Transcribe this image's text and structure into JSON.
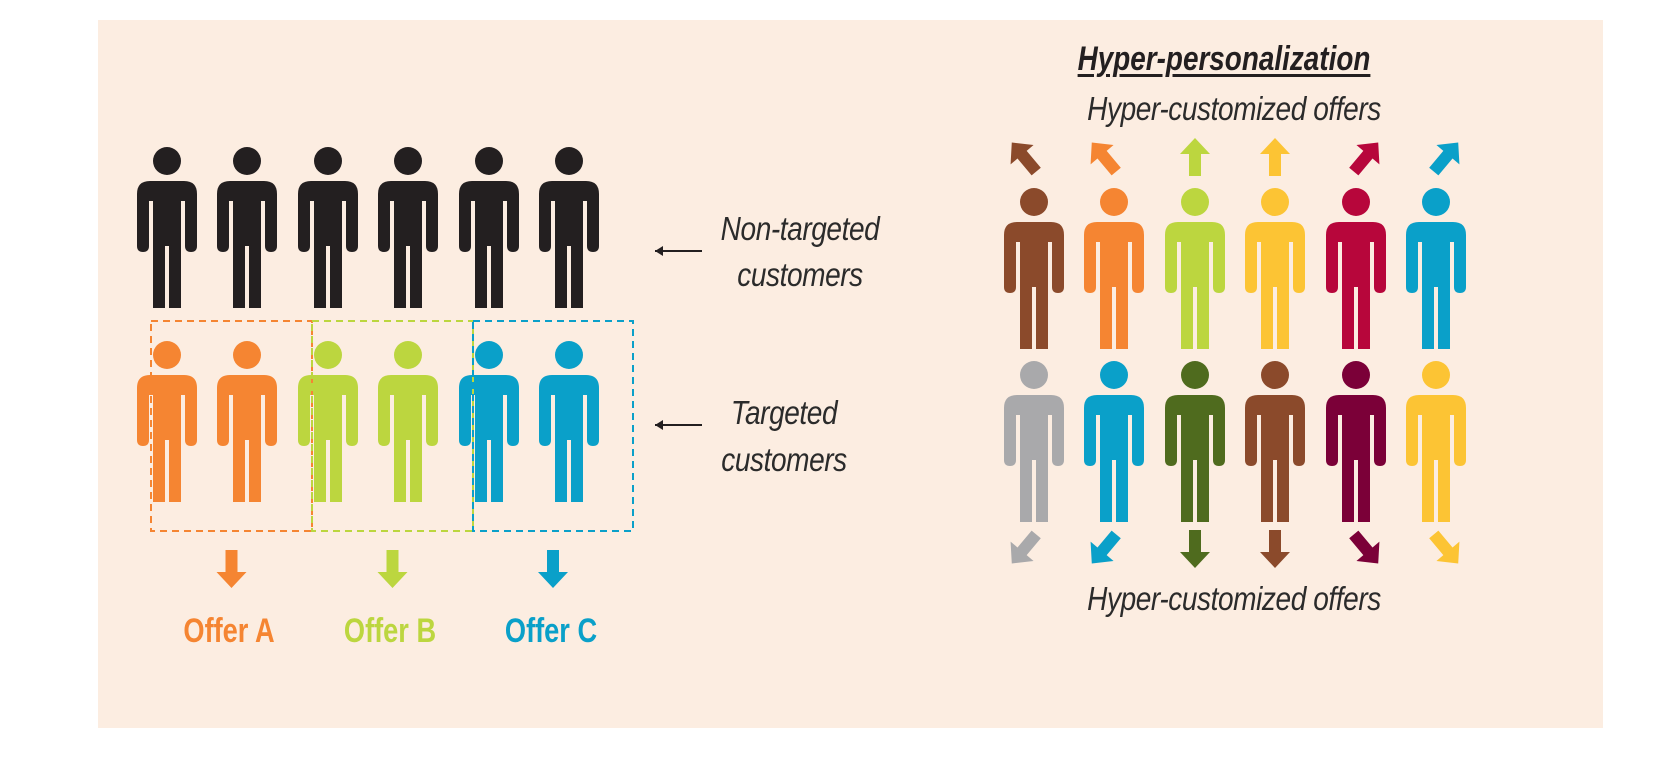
{
  "colors": {
    "panel_bg": "#fcede1",
    "black": "#231f20",
    "orange": "#f58532",
    "lime": "#bcd63f",
    "cyan": "#0aa0c9",
    "brown": "#8b4a2b",
    "yellow": "#fcc434",
    "crimson": "#b7063b",
    "gray": "#a9a9ab",
    "olive": "#4f6b1e",
    "plum": "#7b0038",
    "connector": "#231f20"
  },
  "traditional": {
    "non_targeted_label_line1": "Non-targeted",
    "non_targeted_label_line2": "customers",
    "targeted_label_line1": "Targeted",
    "targeted_label_line2": "customers",
    "non_targeted_colors": [
      "black",
      "black",
      "black",
      "black",
      "black",
      "black"
    ],
    "targeted_colors": [
      "orange",
      "orange",
      "lime",
      "lime",
      "cyan",
      "cyan"
    ],
    "offers": [
      {
        "label": "Offer A",
        "color": "orange"
      },
      {
        "label": "Offer B",
        "color": "lime"
      },
      {
        "label": "Offer C",
        "color": "cyan"
      }
    ]
  },
  "hyper": {
    "title": "Hyper-personalization",
    "top_caption": "Hyper-customized offers",
    "bottom_caption": "Hyper-customized offers",
    "row1": [
      {
        "color": "brown",
        "arrow": "up-left"
      },
      {
        "color": "orange",
        "arrow": "up-left"
      },
      {
        "color": "lime",
        "arrow": "up"
      },
      {
        "color": "yellow",
        "arrow": "up"
      },
      {
        "color": "crimson",
        "arrow": "up-right"
      },
      {
        "color": "cyan",
        "arrow": "up-right"
      }
    ],
    "row2": [
      {
        "color": "gray",
        "arrow": "down-left"
      },
      {
        "color": "cyan",
        "arrow": "down-left"
      },
      {
        "color": "olive",
        "arrow": "down"
      },
      {
        "color": "brown",
        "arrow": "down"
      },
      {
        "color": "plum",
        "arrow": "down-right"
      },
      {
        "color": "yellow",
        "arrow": "down-right"
      }
    ]
  }
}
